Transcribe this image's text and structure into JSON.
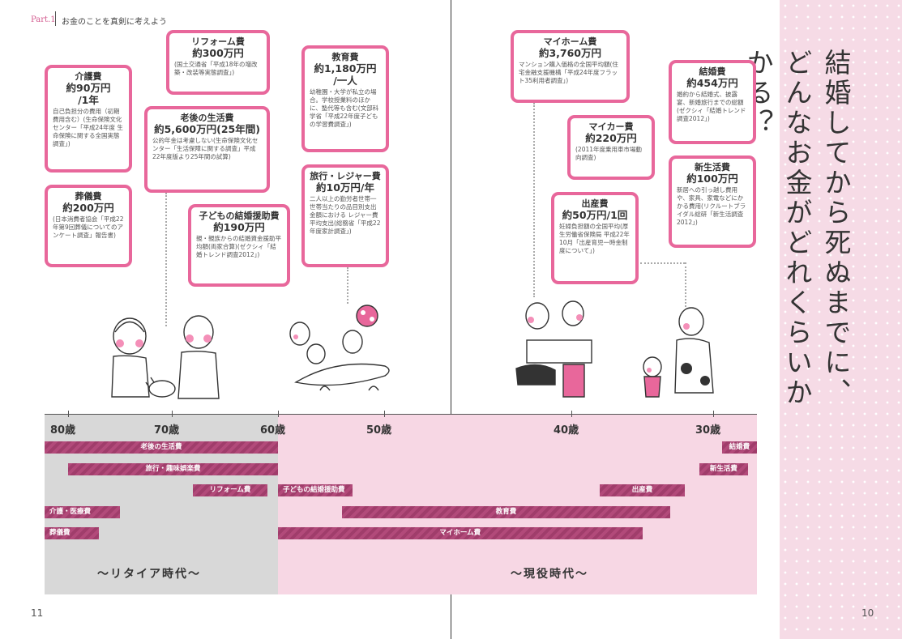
{
  "header": {
    "part": "Part.1",
    "title": "お金のことを真剣に考えよう"
  },
  "page_numbers": {
    "left": "11",
    "right": "10"
  },
  "side_title": "結婚してから死ぬまでに、どんなお金がどれくらいかかる？",
  "cards": {
    "kaigo": {
      "title": "介護費",
      "amount": "約90万円\n/1年",
      "note": "自己負担分の費用（初期費用含む）(生命保険文化センター「平成24年度 生命保険に関する全国実態調査」)"
    },
    "sogi": {
      "title": "葬儀費",
      "amount": "約200万円",
      "note": "(日本消費者協会「平成22年第9回葬儀についてのアンケート調査」報告書)"
    },
    "reform": {
      "title": "リフォーム費",
      "amount": "約300万円",
      "note": "(国土交通省「平成18年の増改築・改装等実態調査」)"
    },
    "rogo": {
      "title": "老後の生活費",
      "amount": "約5,600万円(25年間)",
      "note": "公的年金は考慮しない(生命保険文化センター「生活保障に関する調査」平成22年度版より25年間の試算)"
    },
    "kekkon_enjo": {
      "title": "子どもの結婚援助費",
      "amount": "約190万円",
      "note": "親・親族からの結婚資金援助平均額(両家合算)(ゼクシィ「結婚トレンド調査2012」)"
    },
    "kyoiku": {
      "title": "教育費",
      "amount": "約1,180万円\n/一人",
      "note": "幼稚園・大学が私立の場合。学校授業料のほかに、塾代等も含む(文部科学省「平成22年度子どもの学習費調査」)"
    },
    "ryoko": {
      "title": "旅行・レジャー費",
      "amount": "約10万円/年",
      "note": "二人以上の勤労者世帯一世帯当たりの品目別支出金額における レジャー費平均支出(総務省「平成22年度家計調査」)"
    },
    "myhome": {
      "title": "マイホーム費",
      "amount": "約3,760万円",
      "note": "マンション購入価格の全国平均額(住宅金融支援機構「平成24年度フラット35利用者調査」)"
    },
    "mycar": {
      "title": "マイカー費",
      "amount": "約220万円",
      "note": "(2011年度乗用車市場動向調査)"
    },
    "shussan": {
      "title": "出産費",
      "amount": "約50万円/1回",
      "note": "妊婦負担額の全国平均(厚生労働省保険局 平成22年10月「出産育児一時金制度について」)"
    },
    "kekkon": {
      "title": "結婚費",
      "amount": "約454万円",
      "note": "婚約から結婚式、披露宴、新婚旅行までの総額(ゼクシィ「結婚トレンド調査2012」)"
    },
    "shinseikatsu": {
      "title": "新生活費",
      "amount": "約100万円",
      "note": "新居への引っ越し費用や、家具、家電などにかかる費用(リクルートブライダル総研「新生活調査2012」)"
    }
  },
  "timeline": {
    "ages": [
      "80歳",
      "70歳",
      "60歳",
      "50歳",
      "40歳",
      "30歳"
    ],
    "bars": [
      {
        "label": "老後の生活費",
        "from_age": 82,
        "to_age": 60
      },
      {
        "label": "旅行・趣味娯楽費",
        "from_age": 80,
        "to_age": 60
      },
      {
        "label": "リフォーム費",
        "from_age": 68,
        "to_age": 61
      },
      {
        "label": "子どもの結婚援助費",
        "from_age": 60,
        "to_age": 53
      },
      {
        "label": "介護・医療費",
        "from_age": 82,
        "to_age": 75
      },
      {
        "label": "葬儀費",
        "from_age": 82,
        "to_age": 77
      },
      {
        "label": "教育費",
        "from_age": 54,
        "to_age": 33
      },
      {
        "label": "マイホーム費",
        "from_age": 60,
        "to_age": 35
      },
      {
        "label": "出産費",
        "from_age": 38,
        "to_age": 32
      },
      {
        "label": "新生活費",
        "from_age": 31,
        "to_age": 26
      },
      {
        "label": "結婚費",
        "from_age": 29,
        "to_age": 25
      }
    ],
    "eras": {
      "retire": "～リタイア時代～",
      "active": "～現役時代～"
    }
  },
  "colors": {
    "accent": "#e8679b",
    "bar": "#a03d6b",
    "active_bg": "#f7d7e4",
    "retire_bg": "#d8d8d8"
  }
}
